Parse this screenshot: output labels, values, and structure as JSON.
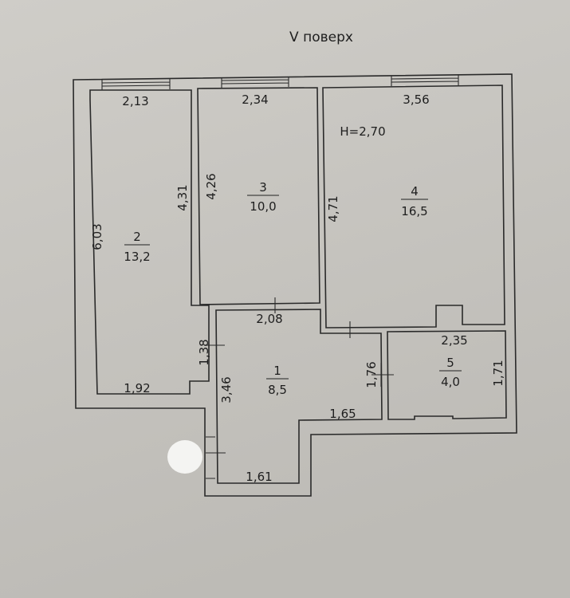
{
  "title": "V поверх",
  "ceiling_height": "H=2,70",
  "rooms": [
    {
      "number": "1",
      "area": "8,5"
    },
    {
      "number": "2",
      "area": "13,2"
    },
    {
      "number": "3",
      "area": "10,0"
    },
    {
      "number": "4",
      "area": "16,5"
    },
    {
      "number": "5",
      "area": "4,0"
    }
  ],
  "dimensions": {
    "room2_top": "2,13",
    "room2_left": "6,03",
    "room2_right": "4,31",
    "room2_bottom": "1,92",
    "room2_step": "1,38",
    "room3_top": "2,34",
    "room3_left": "4,26",
    "room4_top": "3,56",
    "room4_left": "4,71",
    "room1_top": "2,08",
    "room1_left": "3,46",
    "room1_right": "1,76",
    "room1_mid": "1,65",
    "room1_bottom": "1,61",
    "room5_top": "2,35",
    "room5_right": "1,71"
  },
  "colors": {
    "paper": "#c8c6c1",
    "ink": "#2a2a2a"
  }
}
